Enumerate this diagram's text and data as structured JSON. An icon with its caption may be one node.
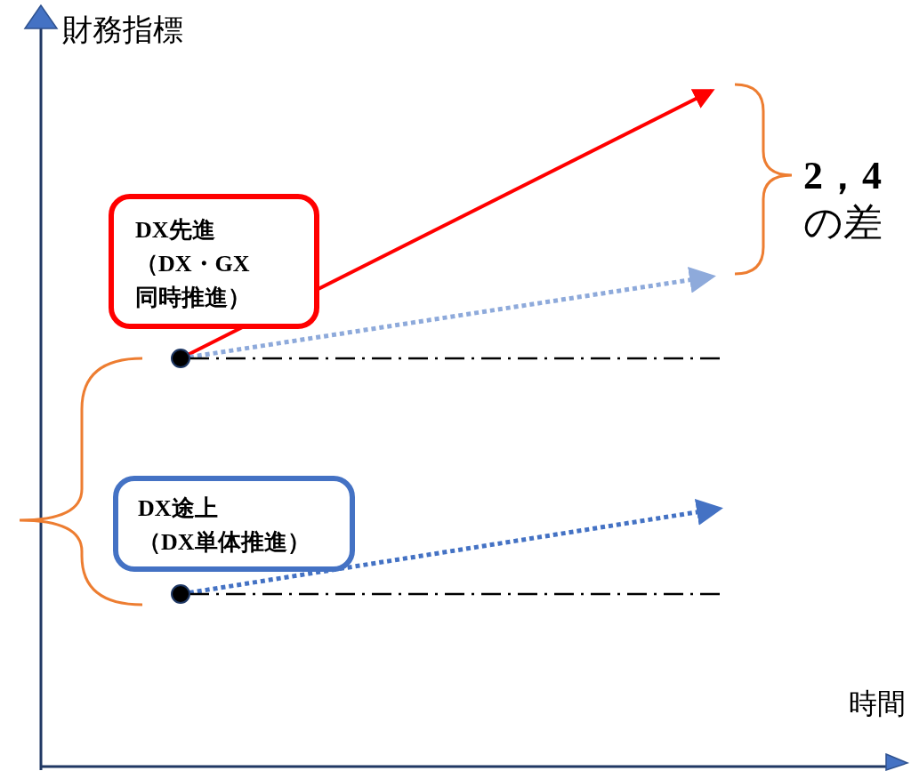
{
  "diagram": {
    "nodes": [
      {
        "text": [
          "DX先進（DX・GX同時推進）"
        ]
      },
      {
        "text": [
          "DX途上（DX単体推進）"
        ]
      },
      {
        "text": [],
        "shape": "circle"
      },
      {
        "text": [],
        "shape": "circle"
      }
    ],
    "edges": [
      {
        "from": 2,
        "to": null,
        "arrow": "to",
        "color": "#ff0000"
      },
      {
        "from": 2,
        "to": null,
        "arrow": "to",
        "style": "dashed",
        "color": "#8eaadb"
      },
      {
        "from": 3,
        "to": null,
        "arrow": "to",
        "style": "dashed",
        "color": "#4472c4"
      },
      {
        "from": 2,
        "to": null,
        "arrow": "none",
        "style": "dashed",
        "color": "#000000"
      },
      {
        "from": 3,
        "to": null,
        "arrow": "none",
        "style": "dashed",
        "color": "#000000"
      }
    ],
    "labels": [
      "財務指標",
      "**2，4**の差",
      "時間"
    ]
  }
}
